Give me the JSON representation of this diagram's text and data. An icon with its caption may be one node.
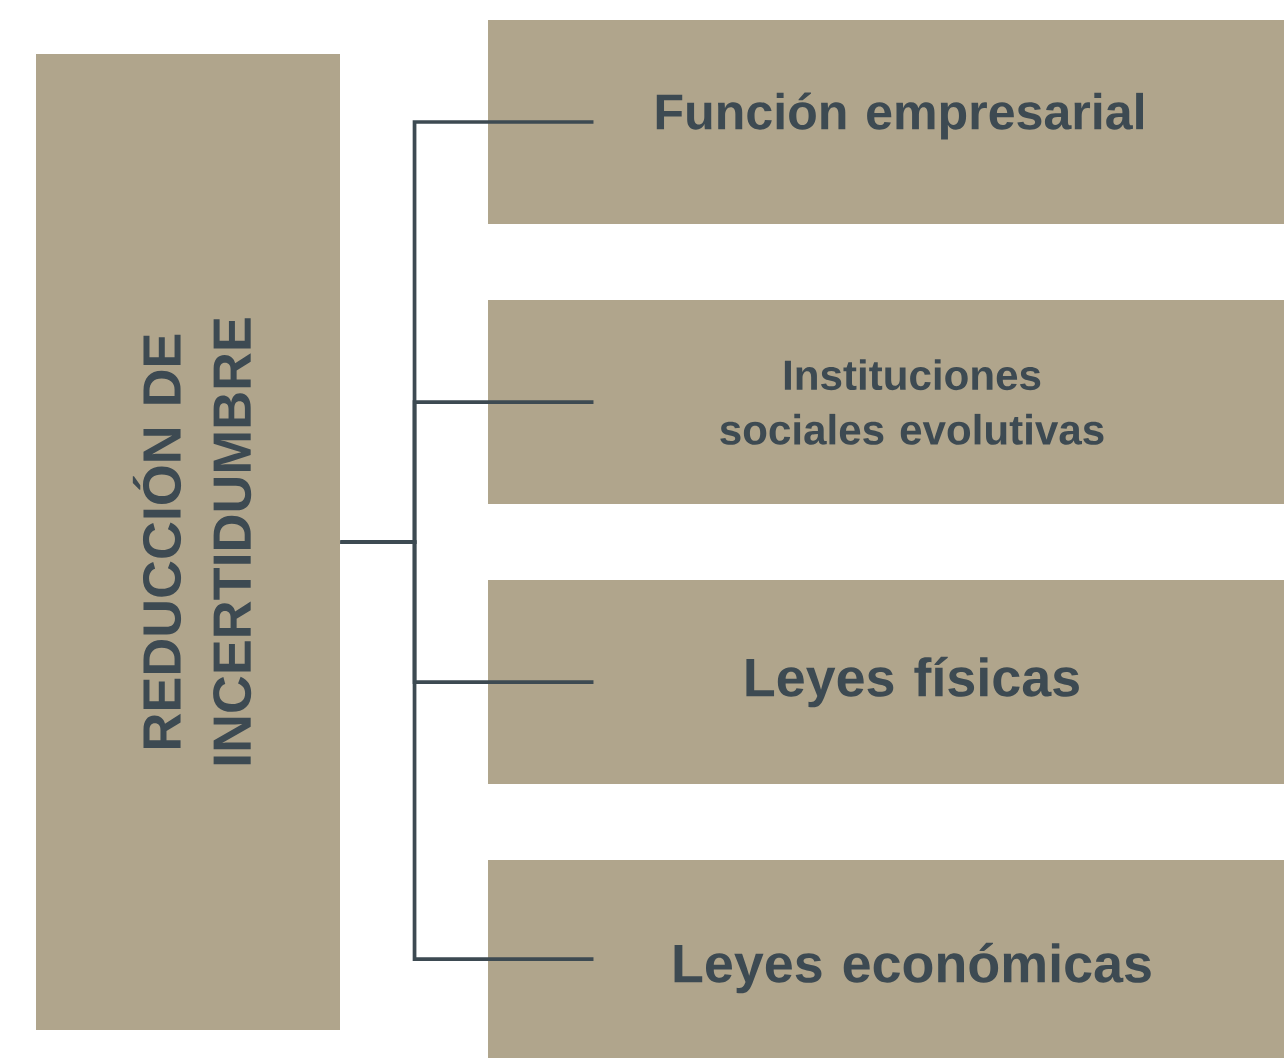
{
  "diagram": {
    "nodes": [
      {
        "text": [
          "REDUCCIÓN DE INCERTIDUMBRE"
        ]
      },
      {
        "text": [
          "Función empresarial"
        ]
      },
      {
        "text": [
          "Instituciones sociales evolutivas"
        ]
      },
      {
        "text": [
          "Leyes físicas"
        ]
      },
      {
        "text": [
          "Leyes económicas"
        ]
      }
    ],
    "edges": [
      {
        "from": 0,
        "to": 1,
        "arrow": "none"
      },
      {
        "from": 0,
        "to": 2,
        "arrow": "none"
      },
      {
        "from": 0,
        "to": 3,
        "arrow": "none"
      },
      {
        "from": 0,
        "to": 4,
        "arrow": "none"
      }
    ]
  }
}
